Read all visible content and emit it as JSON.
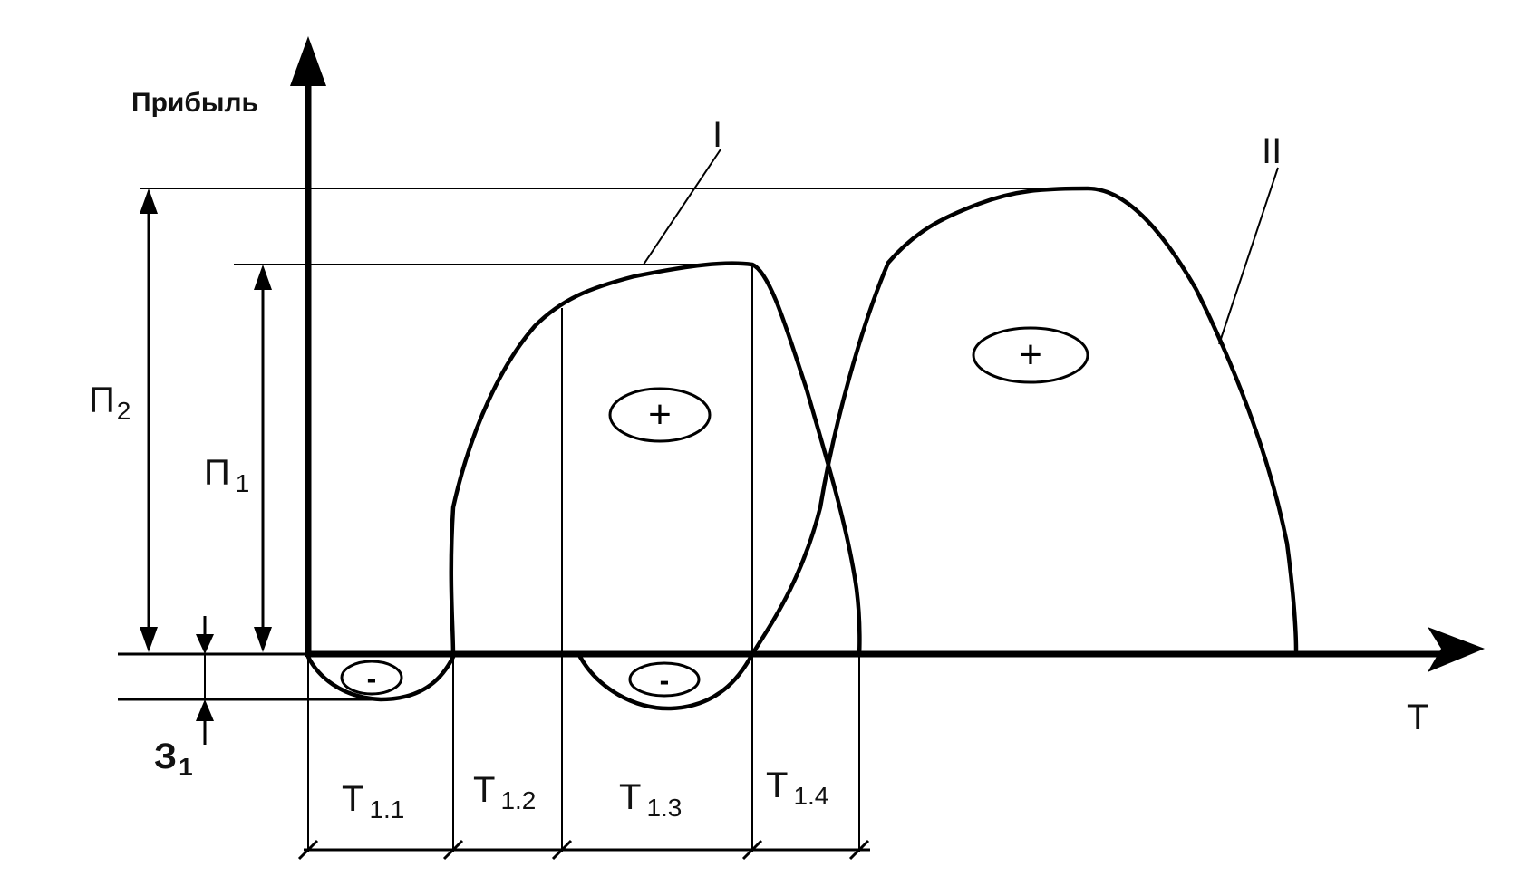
{
  "axis": {
    "y_label": "Прибыль",
    "x_label": "T"
  },
  "curves": {
    "curve_1_label": "I",
    "curve_2_label": "II"
  },
  "profit_levels": {
    "p2_main": "П",
    "p2_sub": "2",
    "p1_main": "П",
    "p1_sub": "1"
  },
  "cost": {
    "main": "З",
    "sub": "1"
  },
  "regions": {
    "plus_sign": "+",
    "minus_sign": "-"
  },
  "periods": [
    {
      "main": "T",
      "sub": "1.1"
    },
    {
      "main": "T",
      "sub": "1.2"
    },
    {
      "main": "T",
      "sub": "1.3"
    },
    {
      "main": "T",
      "sub": "1.4"
    }
  ],
  "colors": {
    "ink": "#000000",
    "paper": "#ffffff"
  }
}
